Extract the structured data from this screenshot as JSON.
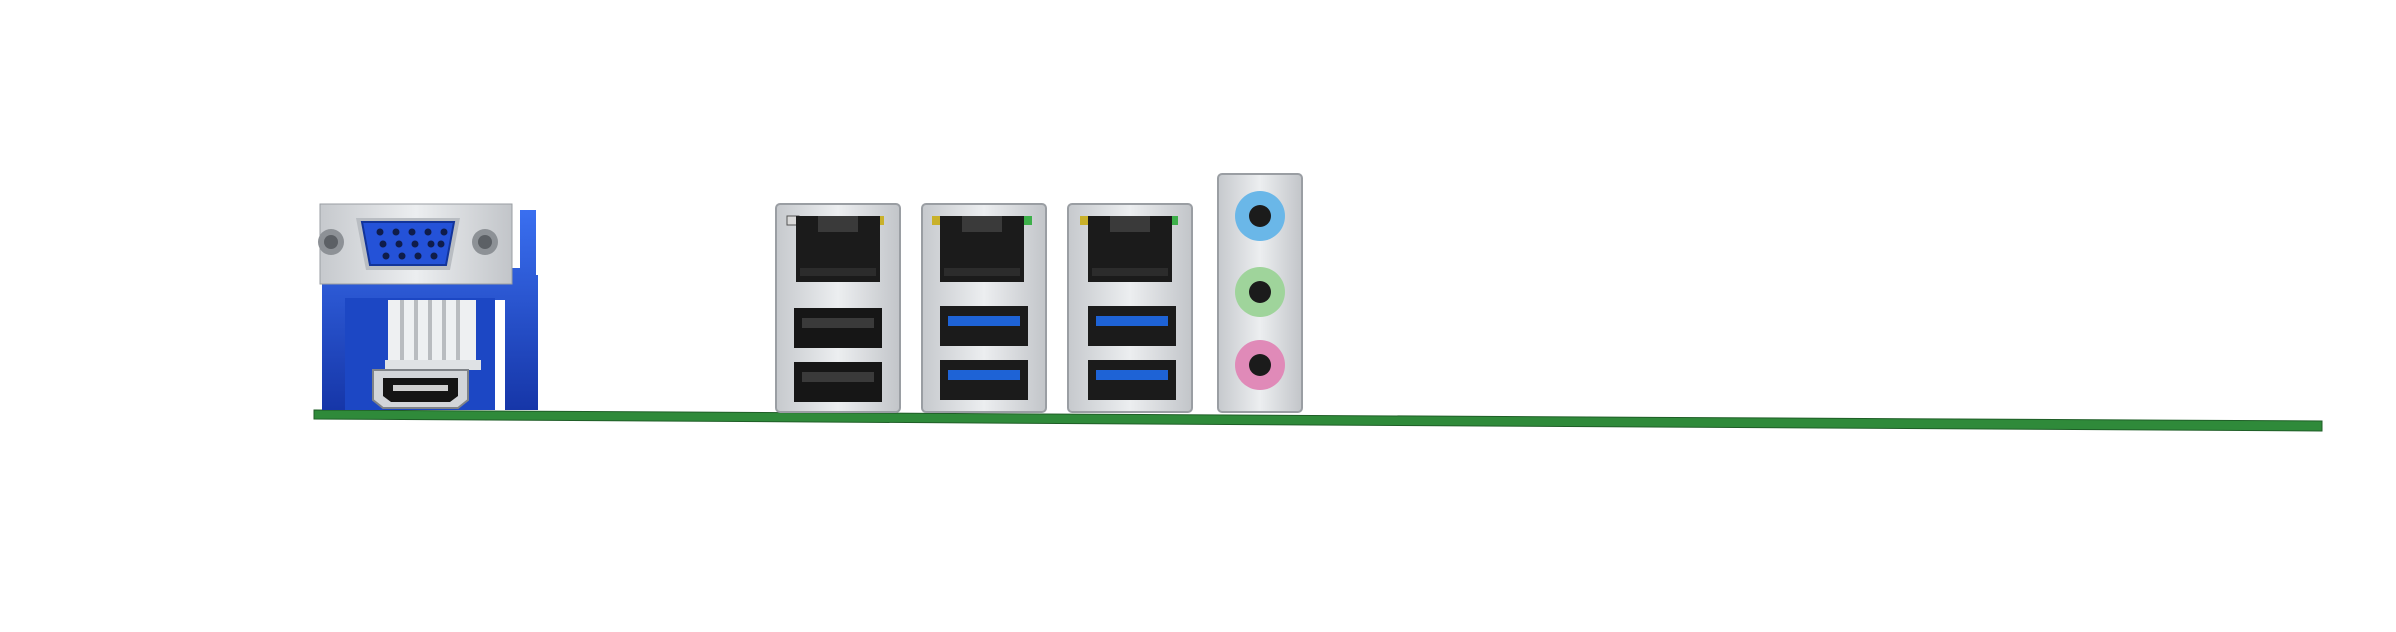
{
  "scene": {
    "subject": "motherboard-rear-io-panel",
    "colors": {
      "background": "#ffffff",
      "pcb": "#2f8a3a",
      "pcb_edge": "#1f5e27",
      "vga_blue": "#1f4fd1",
      "vga_bracket": "#d9dde1",
      "metal": "#d7d9dc",
      "metal_dark": "#9a9ea3",
      "port_black": "#1b1b1b",
      "usb3_blue": "#1e63d6",
      "led_green": "#3db04a",
      "led_yellow": "#c9b12a",
      "audio_blue": "#6ab7e8",
      "audio_green": "#9fd49b",
      "audio_pink": "#e08ab8"
    },
    "components": [
      {
        "name": "vga-connector",
        "count": 1
      },
      {
        "name": "hdmi-port",
        "count": 1
      },
      {
        "name": "rj45-usb2-stack",
        "count": 1
      },
      {
        "name": "rj45-usb3-stack",
        "count": 2
      },
      {
        "name": "audio-jack-stack",
        "count": 1
      }
    ]
  }
}
